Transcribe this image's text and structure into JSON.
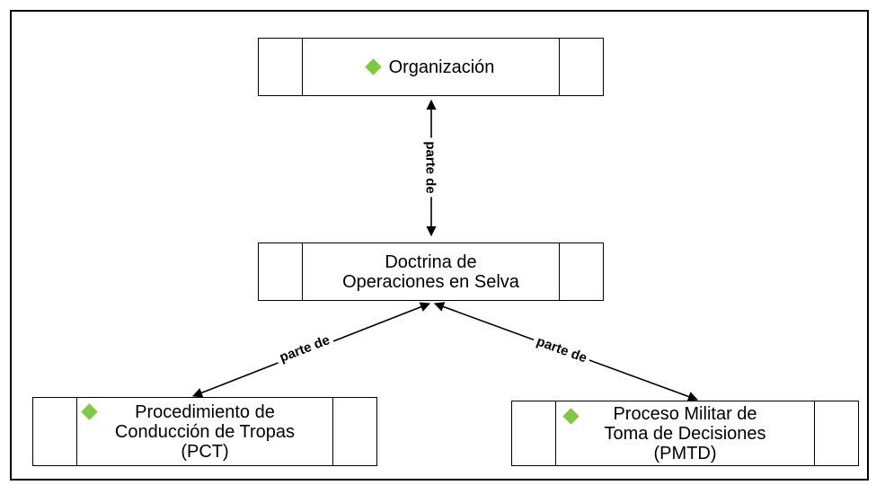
{
  "nodes": {
    "organizacion": {
      "label": "Organización",
      "marker": "green-diamond"
    },
    "doctrina": {
      "line1": "Doctrina de",
      "line2": "Operaciones en Selva"
    },
    "pct": {
      "line1": "Procedimiento de",
      "line2": "Conducción de Tropas",
      "line3": "(PCT)",
      "marker": "green-diamond"
    },
    "pmtd": {
      "line1": "Proceso Militar de",
      "line2": "Toma de Decisiones",
      "line3": "(PMTD)",
      "marker": "green-diamond"
    }
  },
  "edges": {
    "doctrina_organizacion": {
      "label": "parte de"
    },
    "pct_doctrina": {
      "label": "parte de"
    },
    "pmtd_doctrina": {
      "label": "parte de"
    }
  },
  "colors": {
    "marker": "#7ec845",
    "line": "#000000"
  }
}
